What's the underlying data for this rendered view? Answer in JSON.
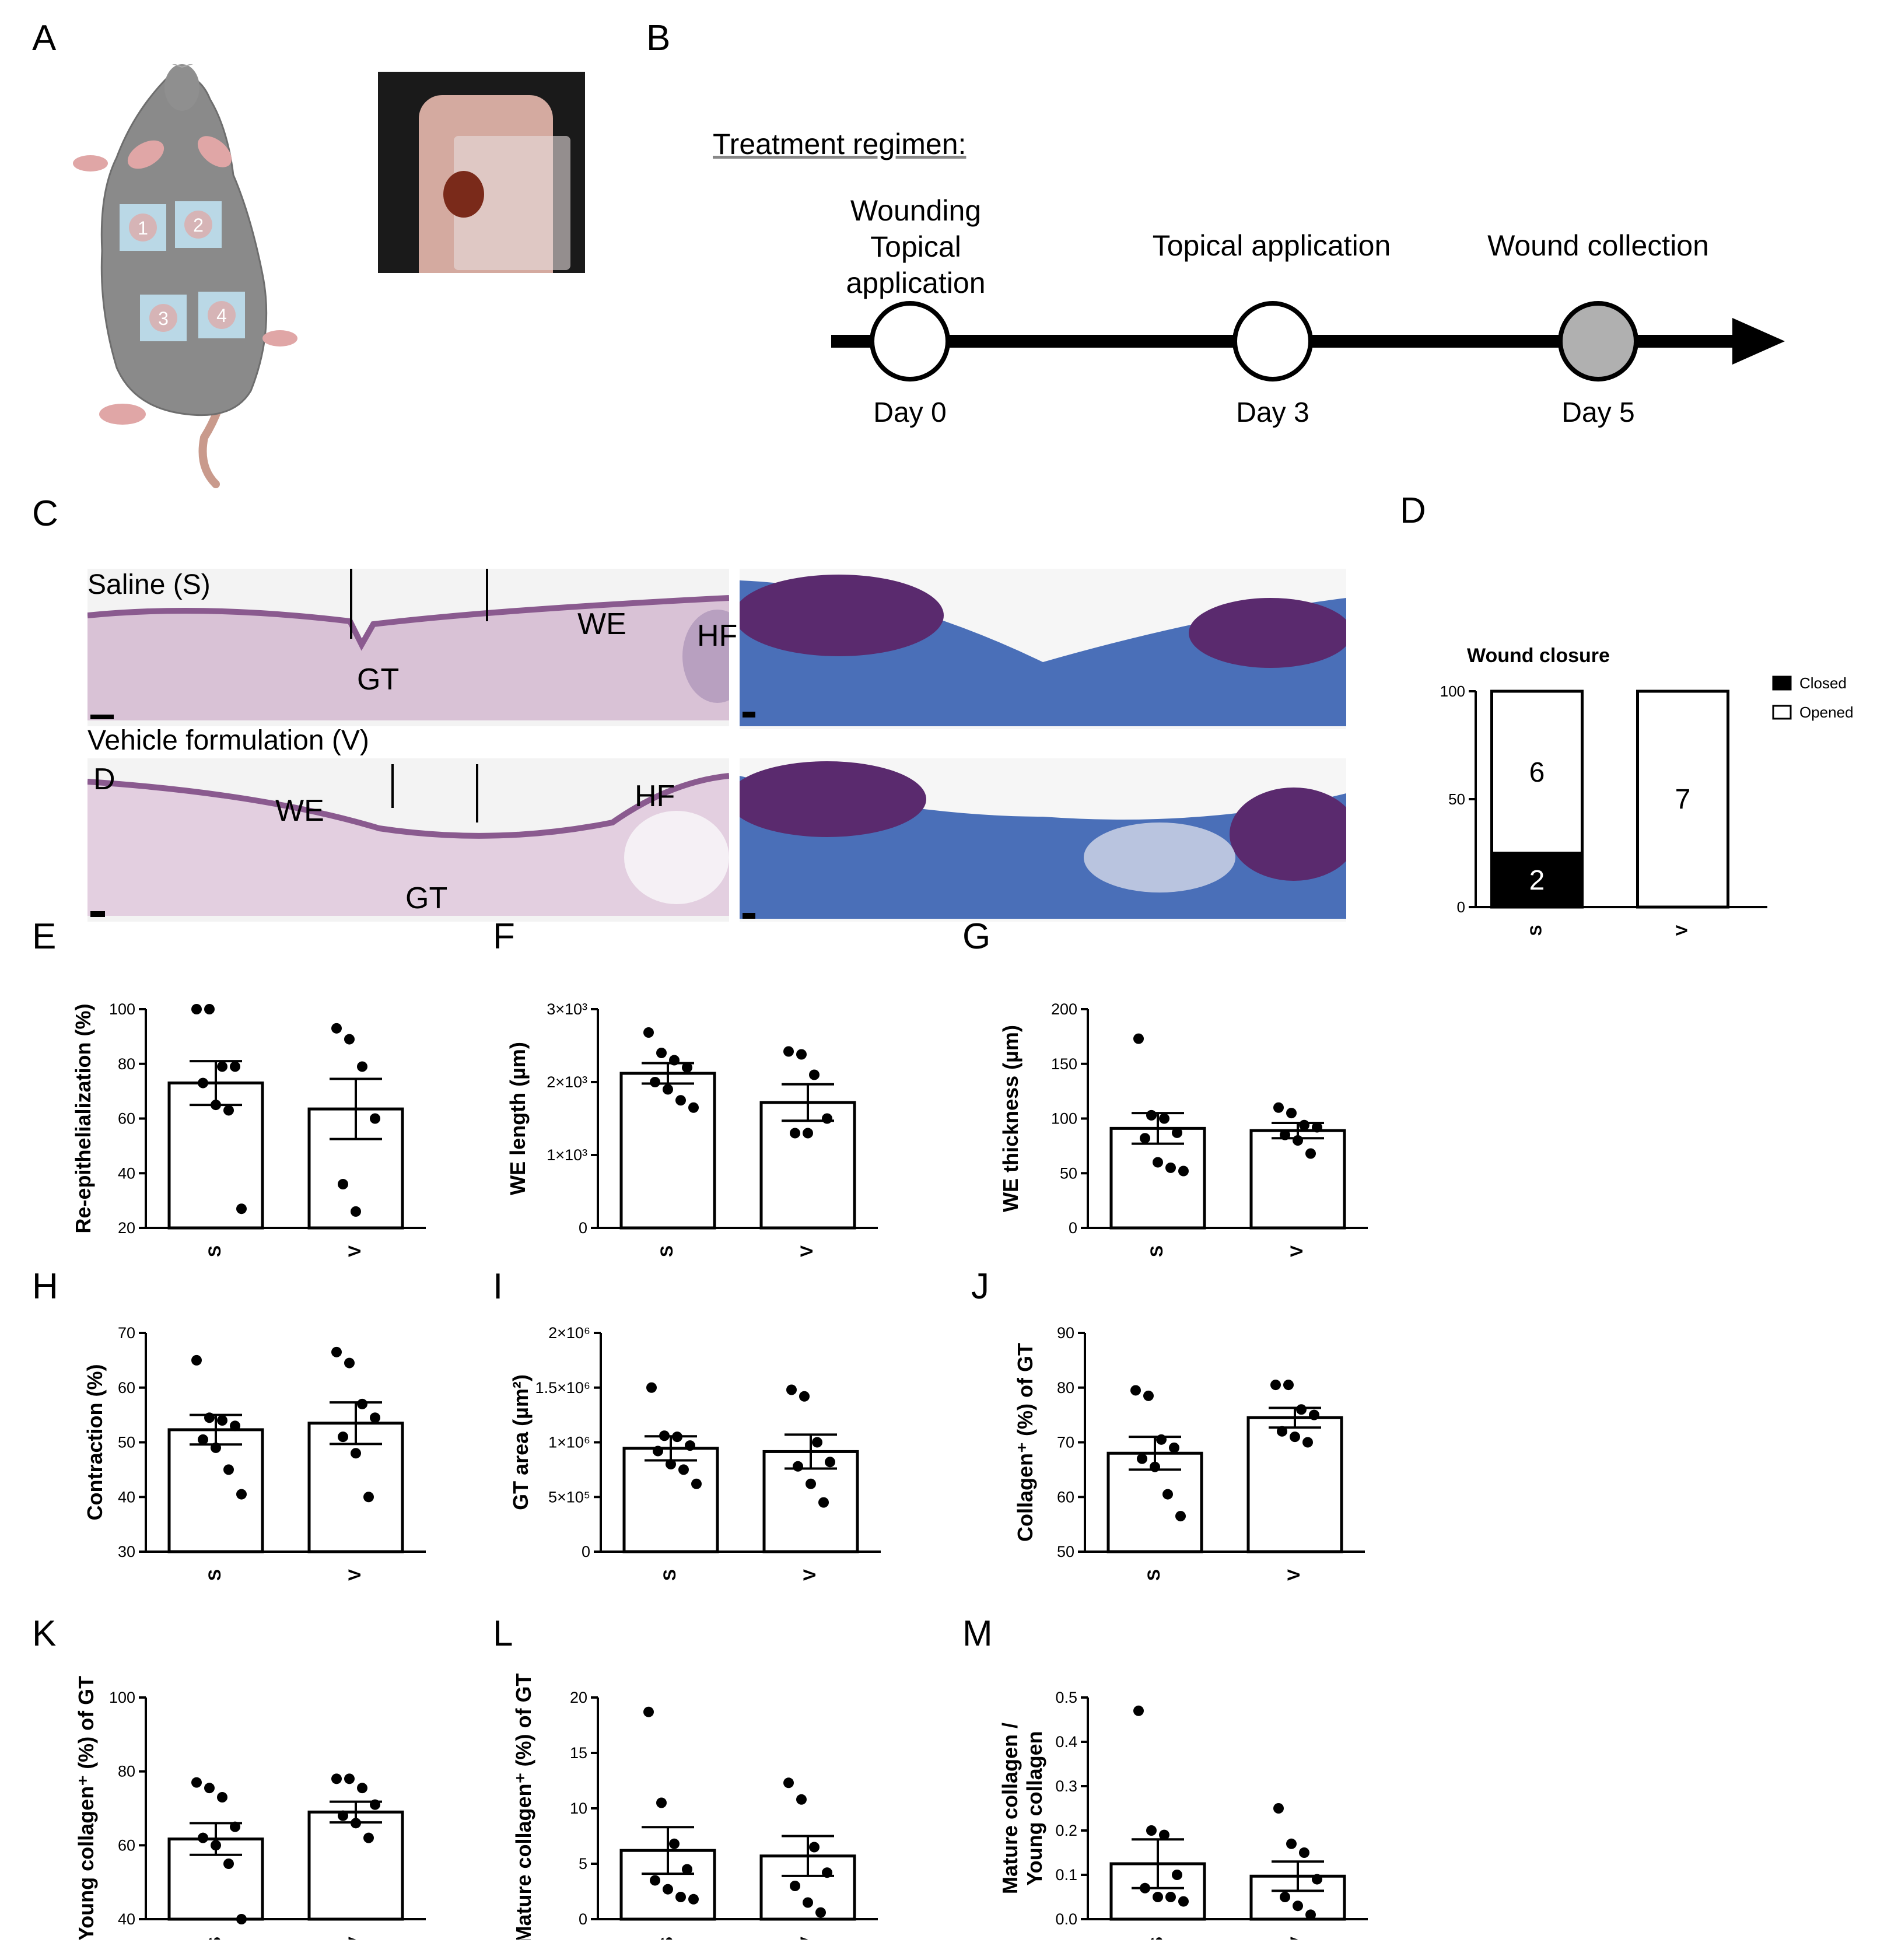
{
  "panel_letters": {
    "A": "A",
    "B": "B",
    "C": "C",
    "D": "D",
    "E": "E",
    "F": "F",
    "G": "G",
    "H": "H",
    "I": "I",
    "J": "J",
    "K": "K",
    "L": "L",
    "M": "M"
  },
  "mouse": {
    "wells": [
      "1",
      "2",
      "3",
      "4"
    ]
  },
  "timeline": {
    "heading": "Treatment regimen:",
    "events": [
      {
        "label_top": "Wounding",
        "label_bottom": "Topical application",
        "day": "Day 0",
        "filled": false
      },
      {
        "label_top": "",
        "label_bottom": "Topical application",
        "day": "Day 3",
        "filled": false
      },
      {
        "label_top": "",
        "label_bottom": "Wound collection",
        "day": "Day 5",
        "filled": true
      }
    ]
  },
  "histology": {
    "row1_label": "Saline (S)",
    "row2_label": "Vehicle formulation (V)",
    "row1_annotations": [
      "GT",
      "WE",
      "HF"
    ],
    "row2_annotations": [
      "D",
      "WE",
      "HF",
      "GT"
    ],
    "colors": {
      "he_tissue": "#d9c2d6",
      "he_dark": "#8a5a8f",
      "trichrome_blue": "#4a6fb8",
      "trichrome_purple": "#5a2a6e"
    }
  },
  "colors": {
    "bar_fill": "#ffffff",
    "bar_stroke": "#000000",
    "closed": "#000000"
  },
  "chart_data": [
    {
      "id": "D",
      "type": "bar",
      "title": "Wound closure",
      "categories": [
        "S",
        "V"
      ],
      "ylim": [
        0,
        100
      ],
      "yticks": [
        "0",
        "50",
        "100"
      ],
      "series": [
        {
          "name": "Closed",
          "values": [
            25,
            0
          ],
          "labels": [
            "2",
            ""
          ]
        },
        {
          "name": "Opened",
          "values": [
            75,
            100
          ],
          "labels": [
            "6",
            "7"
          ]
        }
      ],
      "legend": "right"
    },
    {
      "id": "E",
      "type": "bar",
      "ylabel": "Re-epithelialization (%)",
      "categories": [
        "S",
        "V"
      ],
      "ylim": [
        20,
        100
      ],
      "yticks": [
        "20",
        "40",
        "60",
        "80",
        "100"
      ],
      "values": [
        73,
        63.5
      ],
      "errors": [
        8,
        11
      ],
      "points": [
        [
          100,
          100,
          79,
          79,
          73,
          65,
          63,
          27
        ],
        [
          93,
          89,
          79,
          60,
          36,
          26
        ]
      ]
    },
    {
      "id": "F",
      "type": "bar",
      "ylabel": "WE length (µm)",
      "categories": [
        "S",
        "V"
      ],
      "ylim": [
        0,
        3000
      ],
      "yticks": [
        "0",
        "1×10³",
        "2×10³",
        "3×10³"
      ],
      "values": [
        2120,
        1720
      ],
      "errors": [
        140,
        250
      ],
      "points": [
        [
          2680,
          2400,
          2300,
          2200,
          2000,
          1900,
          1750,
          1650
        ],
        [
          2420,
          2380,
          2100,
          1500,
          1300,
          1300
        ]
      ]
    },
    {
      "id": "G",
      "type": "bar",
      "ylabel": "WE thickness (µm)",
      "categories": [
        "S",
        "V"
      ],
      "ylim": [
        0,
        200
      ],
      "yticks": [
        "0",
        "50",
        "100",
        "150",
        "200"
      ],
      "values": [
        91,
        89
      ],
      "errors": [
        14,
        7
      ],
      "points": [
        [
          173,
          103,
          100,
          87,
          82,
          60,
          55,
          52
        ],
        [
          110,
          105,
          94,
          92,
          85,
          80,
          68
        ]
      ]
    },
    {
      "id": "H",
      "type": "bar",
      "ylabel": "Contraction (%)",
      "categories": [
        "S",
        "V"
      ],
      "ylim": [
        30,
        70
      ],
      "yticks": [
        "30",
        "40",
        "50",
        "60",
        "70"
      ],
      "values": [
        52.3,
        53.5
      ],
      "errors": [
        2.7,
        3.8
      ],
      "points": [
        [
          65,
          54.5,
          54,
          53,
          50.5,
          49,
          45,
          40.5
        ],
        [
          66.5,
          64.5,
          57,
          54.5,
          51,
          48,
          40
        ]
      ]
    },
    {
      "id": "I",
      "type": "bar",
      "ylabel": "GT area  (µm²)",
      "categories": [
        "S",
        "V"
      ],
      "ylim": [
        0,
        2000000
      ],
      "yticks": [
        "0",
        "5×10⁵",
        "1×10⁶",
        "1.5×10⁶",
        "2×10⁶"
      ],
      "values": [
        945000,
        915000
      ],
      "errors": [
        110000,
        155000
      ],
      "points": [
        [
          1500000,
          1060000,
          1050000,
          970000,
          920000,
          800000,
          750000,
          620000
        ],
        [
          1480000,
          1420000,
          1000000,
          820000,
          780000,
          620000,
          450000
        ]
      ]
    },
    {
      "id": "J",
      "type": "bar",
      "ylabel": "Collagen⁺ (%) of GT",
      "categories": [
        "S",
        "V"
      ],
      "ylim": [
        50,
        90
      ],
      "yticks": [
        "50",
        "60",
        "70",
        "80",
        "90"
      ],
      "values": [
        68,
        74.5
      ],
      "errors": [
        3,
        1.8
      ],
      "points": [
        [
          79.5,
          78.5,
          70.5,
          69,
          67,
          65.5,
          60.5,
          56.5
        ],
        [
          80.5,
          80.5,
          76,
          75,
          72,
          71,
          70
        ]
      ]
    },
    {
      "id": "K",
      "type": "bar",
      "ylabel": "Young collagen⁺ (%) of GT",
      "categories": [
        "S",
        "V"
      ],
      "ylim": [
        40,
        100
      ],
      "yticks": [
        "40",
        "60",
        "80",
        "100"
      ],
      "values": [
        61.7,
        69
      ],
      "errors": [
        4.3,
        2.8
      ],
      "points": [
        [
          77,
          75.5,
          73,
          65,
          62,
          60,
          55,
          40
        ],
        [
          78,
          78,
          75.5,
          71,
          68,
          66,
          62
        ]
      ]
    },
    {
      "id": "L",
      "type": "bar",
      "ylabel": "Mature collagen⁺ (%) of GT",
      "categories": [
        "S",
        "V"
      ],
      "ylim": [
        0,
        20
      ],
      "yticks": [
        "0",
        "5",
        "10",
        "15",
        "20"
      ],
      "values": [
        6.2,
        5.7
      ],
      "errors": [
        2.1,
        1.8
      ],
      "points": [
        [
          18.7,
          10.5,
          6.8,
          4.5,
          3.5,
          2.7,
          2.0,
          1.8
        ],
        [
          12.3,
          10.8,
          6.5,
          4.2,
          3.0,
          1.5,
          0.6
        ]
      ]
    },
    {
      "id": "M",
      "type": "bar",
      "ylabel": "Mature collagen / Young collagen",
      "ylabel_lines": [
        "Mature collagen /",
        "Young collagen"
      ],
      "categories": [
        "S",
        "V"
      ],
      "ylim": [
        0,
        0.5
      ],
      "yticks": [
        "0.0",
        "0.1",
        "0.2",
        "0.3",
        "0.4",
        "0.5"
      ],
      "values": [
        0.125,
        0.097
      ],
      "errors": [
        0.055,
        0.033
      ],
      "points": [
        [
          0.47,
          0.2,
          0.19,
          0.1,
          0.07,
          0.05,
          0.05,
          0.04
        ],
        [
          0.25,
          0.17,
          0.15,
          0.09,
          0.05,
          0.03,
          0.01
        ]
      ]
    }
  ]
}
